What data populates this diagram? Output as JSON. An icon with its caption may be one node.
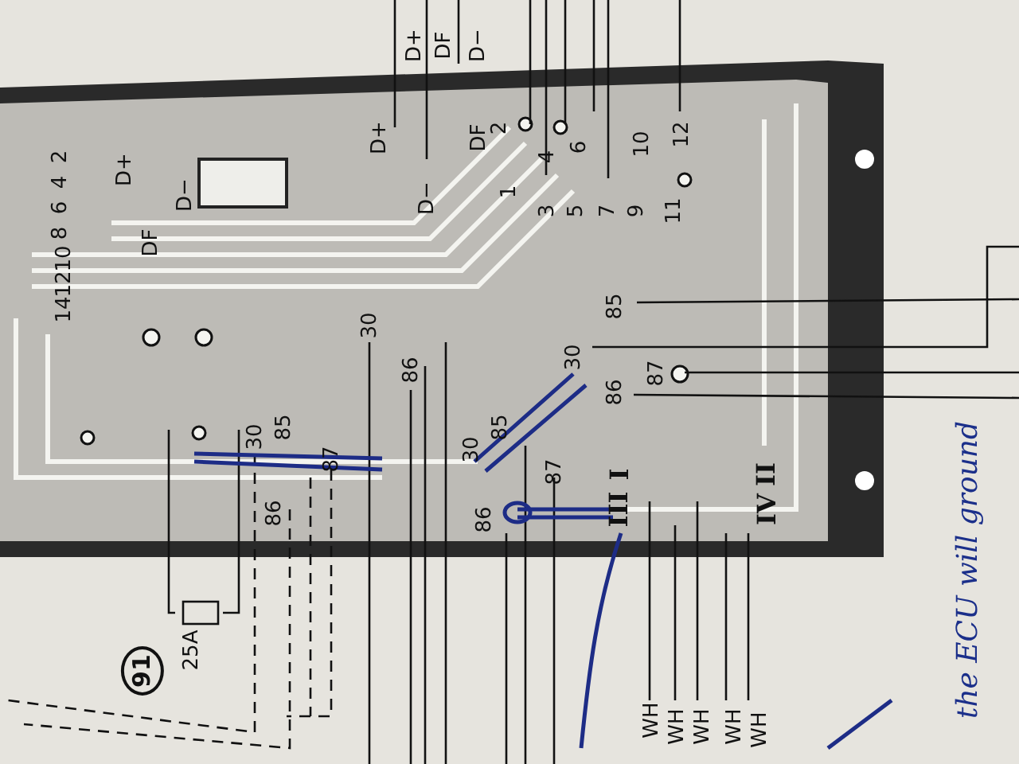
{
  "diagram": {
    "labels": [
      "D+",
      "DF",
      "D−",
      "D+",
      "DF",
      "D+",
      "D−",
      "D−",
      "DF",
      "2",
      "4",
      "6",
      "10",
      "12",
      "1",
      "3",
      "5",
      "7",
      "9",
      "11",
      "2",
      "4",
      "6",
      "8",
      "10",
      "12",
      "14",
      "30",
      "86",
      "85",
      "30",
      "86",
      "87",
      "30",
      "85",
      "87",
      "86",
      "85",
      "30",
      "87",
      "86",
      "I",
      "III",
      "II",
      "IV",
      "91",
      "25A",
      "WH",
      "WH",
      "WH",
      "WH",
      "WH",
      "the ECU will ground"
    ]
  }
}
